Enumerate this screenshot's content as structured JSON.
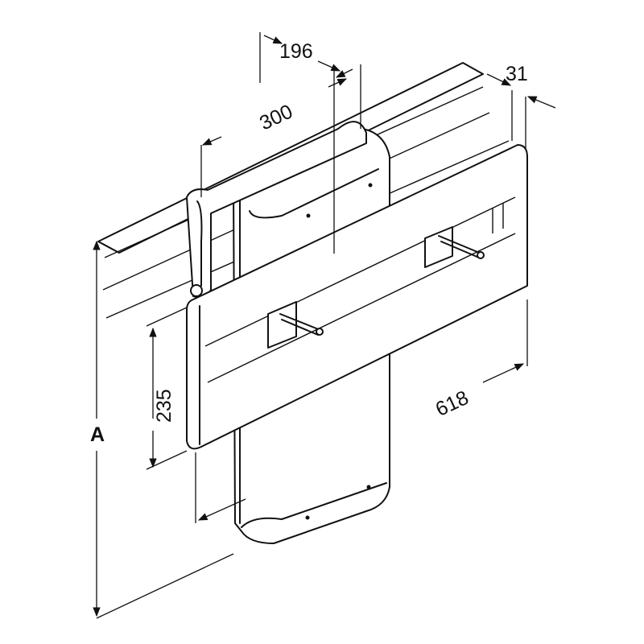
{
  "dimensions": {
    "depth_offset": "196",
    "bracket_width": "300",
    "panel_thickness": "31",
    "rail_spacing": "235",
    "panel_width": "618",
    "total_height": "A"
  },
  "colors": {
    "line": "#111111",
    "background": "#ffffff"
  }
}
